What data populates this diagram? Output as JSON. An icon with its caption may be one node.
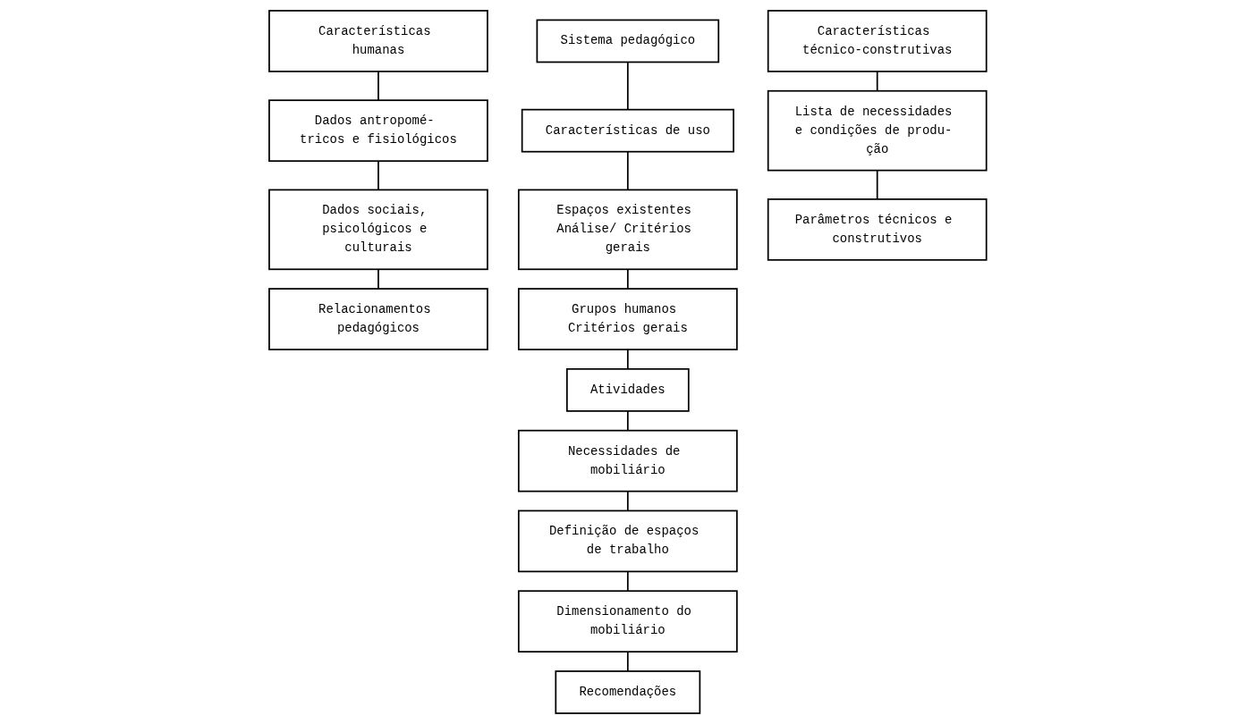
{
  "diagram": {
    "nodes": [
      {
        "text": [
          "Características humanas"
        ]
      },
      {
        "text": [
          "Dados antropomé- tricos e fisiológicos"
        ]
      },
      {
        "text": [
          "Dados sociais, psicológicos e culturais"
        ]
      },
      {
        "text": [
          "Relacionamentos pedagógicos"
        ]
      },
      {
        "text": [
          "Sistema pedagógico"
        ]
      },
      {
        "text": [
          "Características de uso"
        ]
      },
      {
        "text": [
          "Espaços existentes Análise/ Critérios gerais"
        ]
      },
      {
        "text": [
          "Grupos humanos Critérios gerais"
        ]
      },
      {
        "text": [
          "Atividades"
        ]
      },
      {
        "text": [
          "Necessidades de mobiliário"
        ]
      },
      {
        "text": [
          "Definição de espaços de trabalho"
        ]
      },
      {
        "text": [
          "Dimensionamento do mobiliário"
        ]
      },
      {
        "text": [
          "Recomendações"
        ]
      },
      {
        "text": [
          "Características técnico-construtivas"
        ]
      },
      {
        "text": [
          "Lista de necessidades e condições de produ- ção"
        ]
      },
      {
        "text": [
          "Parâmetros técnicos e construtivos"
        ]
      }
    ],
    "edges": [
      {
        "from": 0,
        "to": 1,
        "arrow": "none"
      },
      {
        "from": 1,
        "to": 2,
        "arrow": "none"
      },
      {
        "from": 2,
        "to": 3,
        "arrow": "none"
      },
      {
        "from": 4,
        "to": 5,
        "arrow": "none"
      },
      {
        "from": 5,
        "to": 6,
        "arrow": "none"
      },
      {
        "from": 6,
        "to": 7,
        "arrow": "none"
      },
      {
        "from": 7,
        "to": 8,
        "arrow": "none"
      },
      {
        "from": 8,
        "to": 9,
        "arrow": "none"
      },
      {
        "from": 9,
        "to": 10,
        "arrow": "none"
      },
      {
        "from": 10,
        "to": 11,
        "arrow": "none"
      },
      {
        "from": 11,
        "to": 12,
        "arrow": "none"
      },
      {
        "from": 13,
        "to": 14,
        "arrow": "none"
      },
      {
        "from": 14,
        "to": 15,
        "arrow": "none"
      }
    ]
  }
}
